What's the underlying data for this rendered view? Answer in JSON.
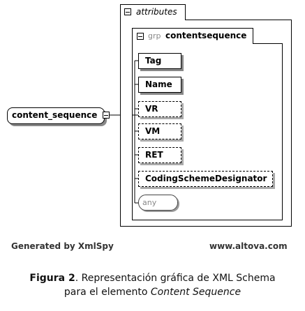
{
  "root_element": {
    "label": "content_sequence"
  },
  "attributes_tab": {
    "label": "attributes"
  },
  "group": {
    "prefix": "grp",
    "name": "contentsequence"
  },
  "elements": [
    {
      "label": "Tag",
      "optional": false
    },
    {
      "label": "Name",
      "optional": false
    },
    {
      "label": "VR",
      "optional": true
    },
    {
      "label": "VM",
      "optional": true
    },
    {
      "label": "RET",
      "optional": true
    },
    {
      "label": "CodingSchemeDesignator",
      "optional": true
    }
  ],
  "wildcard": {
    "label": "any"
  },
  "footer": {
    "left": "Generated by XmlSpy",
    "right": "www.altova.com"
  },
  "caption": {
    "figure_label": "Figura 2",
    "line1_rest": ". Representación gráfica de XML Schema",
    "line2_plain": "para el elemento ",
    "line2_italic": "Content Sequence"
  }
}
